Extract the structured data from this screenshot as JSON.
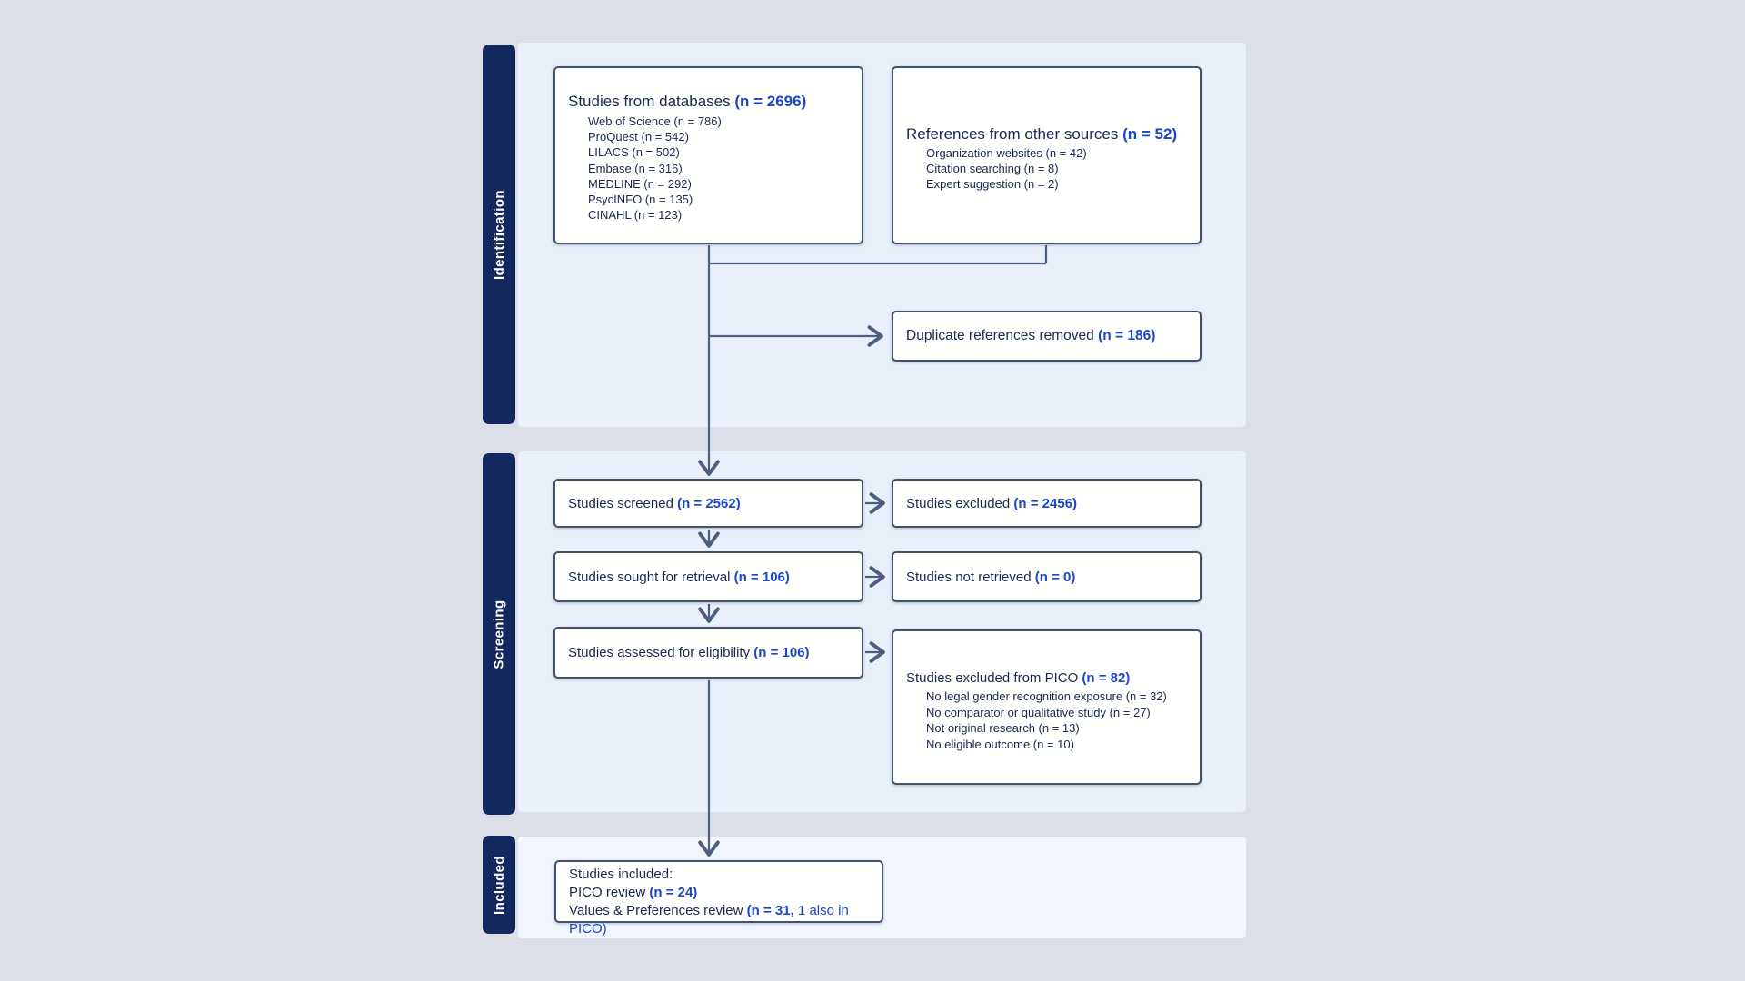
{
  "colors": {
    "page_background": "#dcdfe7",
    "section_panel": "#eaf0fb",
    "sidebar_bar": "#13285c",
    "box_border": "#42526b",
    "arrow": "#4c5f7f",
    "text_dark": "#19294f",
    "count_blue": "#1a46c8"
  },
  "sidebar": {
    "identification_label": "Identification",
    "screening_label": "Screening",
    "included_label": "Included"
  },
  "boxes": {
    "databases": {
      "title": "Studies from databases ",
      "count": "(n = 2696)",
      "items": [
        "Web of Science (n = 786)",
        "ProQuest (n = 542)",
        "LILACS (n = 502)",
        "Embase (n = 316)",
        "MEDLINE (n = 292)",
        "PsycINFO (n = 135)",
        "CINAHL (n = 123)"
      ]
    },
    "other_sources": {
      "title": "References from other sources ",
      "count": "(n = 52)",
      "items": [
        "Organization websites (n = 42)",
        "Citation searching (n = 8)",
        "Expert suggestion (n = 2)"
      ]
    },
    "duplicates_removed": {
      "label": "Duplicate references removed ",
      "count": "(n = 186)"
    },
    "screened": {
      "label": "Studies screened ",
      "count": "(n = 2562)"
    },
    "excluded": {
      "label": "Studies excluded ",
      "count": "(n = 2456)"
    },
    "sought": {
      "label": "Studies sought for retrieval ",
      "count": "(n = 106)"
    },
    "not_retrieved": {
      "label": "Studies not retrieved ",
      "count": "(n = 0)"
    },
    "assessed": {
      "label": "Studies assessed for eligibility ",
      "count": "(n = 106)"
    },
    "pico_excluded": {
      "title": "Studies excluded from PICO ",
      "count": "(n = 82)",
      "items": [
        "No legal gender recognition exposure (n = 32)",
        "No comparator or qualitative study (n = 27)",
        "Not original research (n = 13)",
        "No eligible outcome (n = 10)"
      ]
    },
    "included": {
      "line1": "Studies included:",
      "line2_label": "PICO review ",
      "line2_count": "(n = 24)",
      "line3_label": "Values & Preferences review ",
      "line3_count": "(n = 31,",
      "line3_note": " 1 also in PICO)"
    }
  }
}
